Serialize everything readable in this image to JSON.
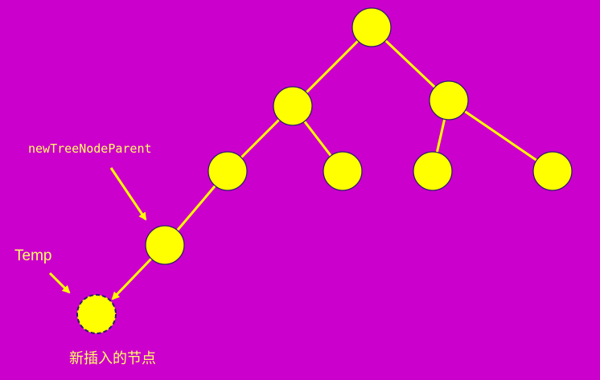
{
  "colors": {
    "background": "#cc00cc",
    "node_fill": "#ffff00",
    "node_stroke": "#2a1a6e",
    "edge": "#ffff00",
    "label": "#ffff66",
    "arrow": "#ffff00"
  },
  "labels": {
    "parent_pointer": "newTreeNodeParent",
    "temp_pointer": "Temp",
    "new_node_caption": "新插入的节点"
  }
}
